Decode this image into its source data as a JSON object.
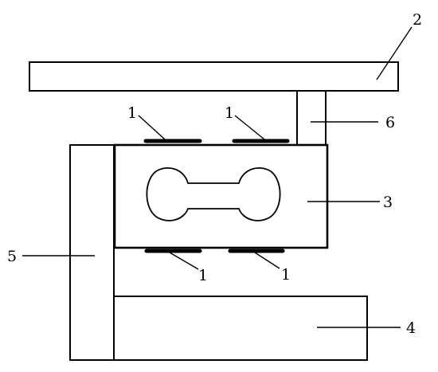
{
  "labels": {
    "strain_gauge": "1",
    "top_plate": "2",
    "sensor_body": "3",
    "base_block": "4",
    "side_bracket": "5",
    "spacer": "6"
  },
  "colors": {
    "stroke": "#000000",
    "fill": "#ffffff"
  }
}
